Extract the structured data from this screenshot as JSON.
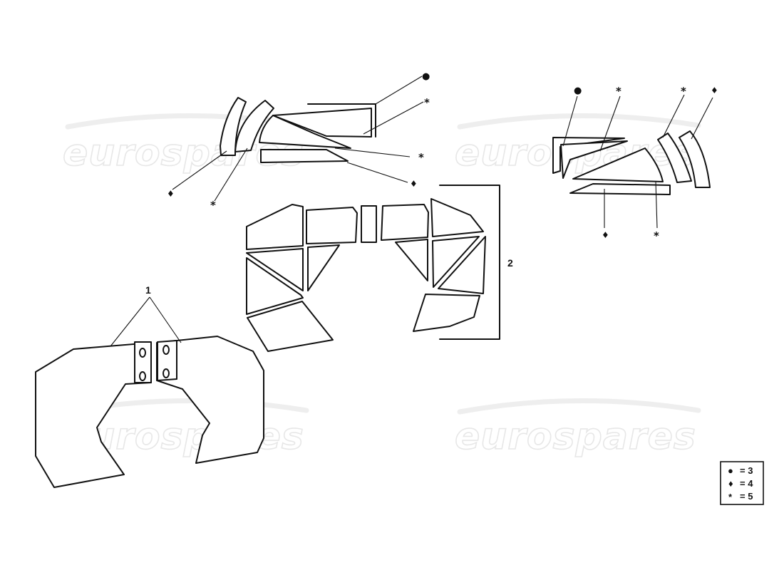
{
  "watermark": {
    "text": "eurospares"
  },
  "callouts": {
    "part1": "1",
    "part2": "2"
  },
  "symbols": {
    "dot": "●",
    "diamond": "♦",
    "star": "*"
  },
  "legend": [
    {
      "symbol": "●",
      "value": "= 3"
    },
    {
      "symbol": "♦",
      "value": "= 4"
    },
    {
      "symbol": "*",
      "value": "= 5"
    }
  ]
}
